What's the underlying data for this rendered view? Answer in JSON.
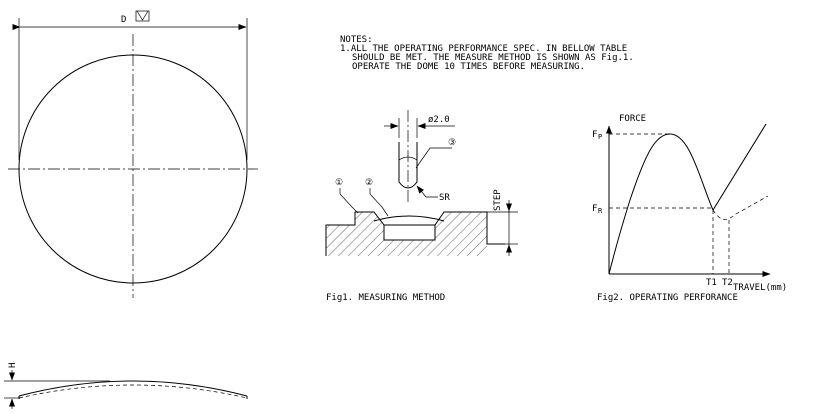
{
  "dimension": {
    "label": "D"
  },
  "notes": {
    "title": "NOTES:",
    "lines": [
      "1.ALL THE OPERATING PERFORMANCE SPEC. IN BELLOW TABLE",
      "SHOULD BE MET. THE MEASURE METHOD IS SHOWN AS Fig.1.",
      "OPERATE THE DOME 10 TIMES BEFORE MEASURING."
    ]
  },
  "fig1": {
    "caption": "Fig1. MEASURING METHOD",
    "diameter": "ø2.0",
    "radius": "SR",
    "step": "STEP",
    "callouts": [
      "①",
      "②",
      "③"
    ]
  },
  "fig2": {
    "caption": "Fig2. OPERATING PERFORANCE",
    "y_axis": "FORCE",
    "x_axis": "TRAVEL(mm)",
    "fp_letter": "F",
    "fp_sub": "P",
    "fr_letter": "F",
    "fr_sub": "R",
    "t1": "T1",
    "t2": "T2"
  },
  "side": {
    "height": "H"
  }
}
